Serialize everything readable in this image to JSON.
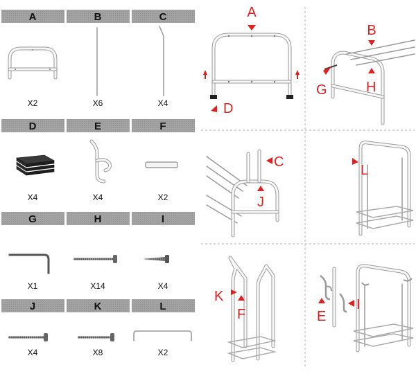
{
  "parts": [
    {
      "letter": "A",
      "qty": "X2",
      "icon": "arch-frame-icon"
    },
    {
      "letter": "B",
      "qty": "X6",
      "icon": "straight-rod-icon"
    },
    {
      "letter": "C",
      "qty": "X4",
      "icon": "bent-rod-icon"
    },
    {
      "letter": "D",
      "qty": "X4",
      "icon": "foot-cap-icon"
    },
    {
      "letter": "E",
      "qty": "X4",
      "icon": "double-hook-icon"
    },
    {
      "letter": "F",
      "qty": "X2",
      "icon": "connector-tube-icon"
    },
    {
      "letter": "G",
      "qty": "X1",
      "icon": "allen-key-icon"
    },
    {
      "letter": "H",
      "qty": "X14",
      "icon": "long-screw-icon"
    },
    {
      "letter": "I",
      "qty": "X4",
      "icon": "short-screw-icon"
    },
    {
      "letter": "J",
      "qty": "X4",
      "icon": "bolt-icon"
    },
    {
      "letter": "K",
      "qty": "X8",
      "icon": "medium-bolt-icon"
    },
    {
      "letter": "L",
      "qty": "X2",
      "icon": "top-bar-icon"
    }
  ],
  "steps": {
    "step1": {
      "labels": [
        "A",
        "D"
      ]
    },
    "step2": {
      "labels": [
        "B",
        "G",
        "H"
      ]
    },
    "step3": {
      "labels": [
        "C",
        "J"
      ]
    },
    "step4": {
      "labels": [
        "L"
      ]
    },
    "step5": {
      "labels": [
        "K",
        "F"
      ]
    },
    "step6": {
      "labels": [
        "E",
        "I"
      ]
    }
  },
  "colors": {
    "callout": "#e02020",
    "header_bg": "#a9a9a9",
    "divider": "#b0b0b0"
  }
}
